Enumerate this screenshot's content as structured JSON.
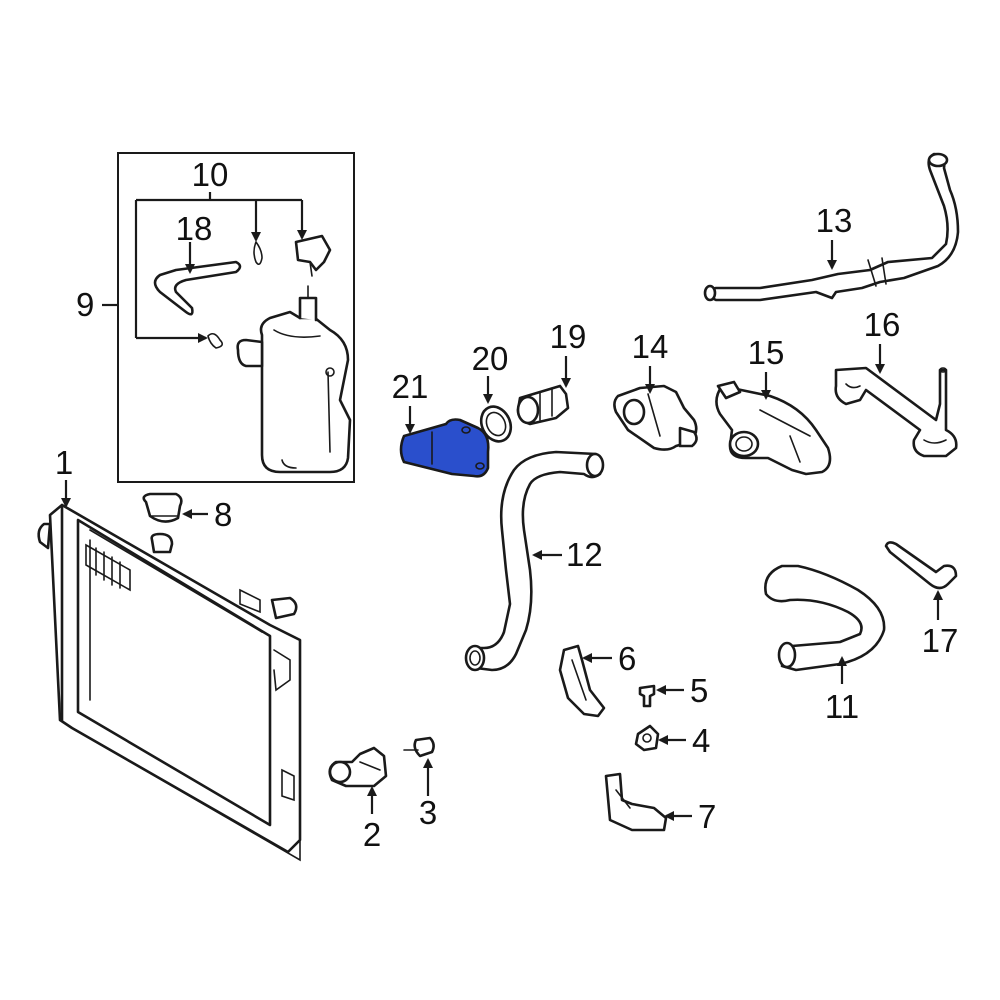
{
  "diagram": {
    "highlight_color": "#2a4fcc",
    "callouts": [
      {
        "id": "1",
        "text": "1"
      },
      {
        "id": "2",
        "text": "2"
      },
      {
        "id": "3",
        "text": "3"
      },
      {
        "id": "4",
        "text": "4"
      },
      {
        "id": "5",
        "text": "5"
      },
      {
        "id": "6",
        "text": "6"
      },
      {
        "id": "7",
        "text": "7"
      },
      {
        "id": "8",
        "text": "8"
      },
      {
        "id": "9",
        "text": "9"
      },
      {
        "id": "10",
        "text": "10"
      },
      {
        "id": "11",
        "text": "11"
      },
      {
        "id": "12",
        "text": "12"
      },
      {
        "id": "13",
        "text": "13"
      },
      {
        "id": "14",
        "text": "14"
      },
      {
        "id": "15",
        "text": "15"
      },
      {
        "id": "16",
        "text": "16"
      },
      {
        "id": "17",
        "text": "17"
      },
      {
        "id": "18",
        "text": "18"
      },
      {
        "id": "19",
        "text": "19"
      },
      {
        "id": "20",
        "text": "20"
      },
      {
        "id": "21",
        "text": "21"
      }
    ]
  }
}
